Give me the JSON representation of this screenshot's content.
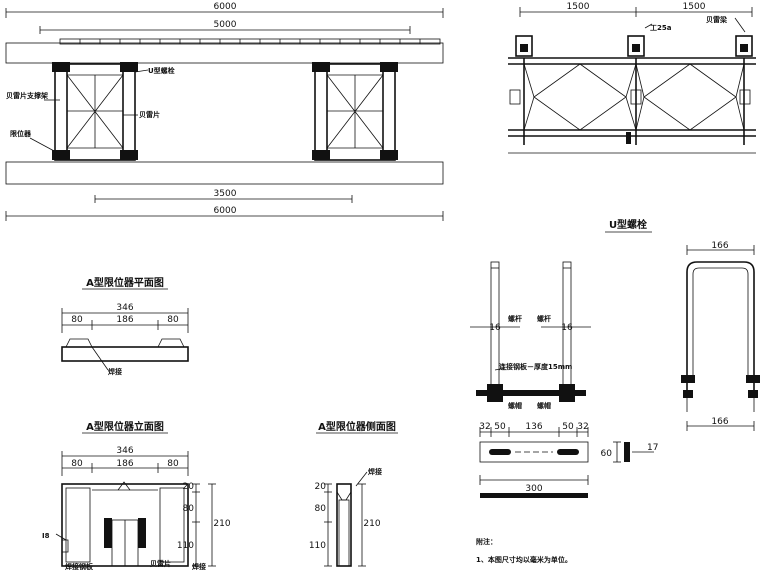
{
  "elevation": {
    "dim_top_total": "6000",
    "dim_top_inner": "5000",
    "dim_bottom_inner": "3500",
    "dim_bottom_total": "6000",
    "label_ubolt": "U型螺栓",
    "label_bracing": "贝雷片支撑架",
    "label_bailey": "贝雷片",
    "label_limiter": "限位器"
  },
  "truss_detail": {
    "dim_left": "1500",
    "dim_right": "1500",
    "label_steel": "工25a",
    "label_beam": "贝雷梁"
  },
  "a_plan": {
    "title": "A型限位器平面图",
    "dim_total": "346",
    "dim_left": "80",
    "dim_mid": "186",
    "dim_right": "80",
    "label_weld": "焊接"
  },
  "a_front": {
    "title": "A型限位器立面图",
    "dim_total": "346",
    "dim_left": "80",
    "dim_mid": "186",
    "dim_right": "80",
    "dim_v_top": "20",
    "dim_v_mid": "80",
    "dim_v_bot": "110",
    "dim_v_total": "210",
    "label_plate": "I8",
    "label_weld_left": "焊接钢板",
    "label_bailey": "贝雷片",
    "label_weld_right": "焊接"
  },
  "a_side": {
    "title": "A型限位器侧面图",
    "label_weld": "焊接",
    "dim_v_top": "20",
    "dim_v_mid": "80",
    "dim_v_bot": "110",
    "dim_v_total": "210"
  },
  "u_bolt": {
    "title": "U型螺栓",
    "label_rod_l": "螺杆",
    "label_rod_r": "螺杆",
    "dim_rod_l": "16",
    "dim_rod_r": "16",
    "label_plate": "连接钢板－厚度15mm",
    "label_nut_l": "螺帽",
    "label_nut_r": "螺帽",
    "dim_top": "166",
    "dim_bottom": "166",
    "plate_dims": [
      "32",
      "50",
      "136",
      "50",
      "32"
    ],
    "dim_plate_h": "60",
    "dim_plate_t": "17",
    "dim_plate_len": "300"
  },
  "notes": {
    "heading": "附注：",
    "line1": "1、本图尺寸均以毫米为单位。"
  }
}
